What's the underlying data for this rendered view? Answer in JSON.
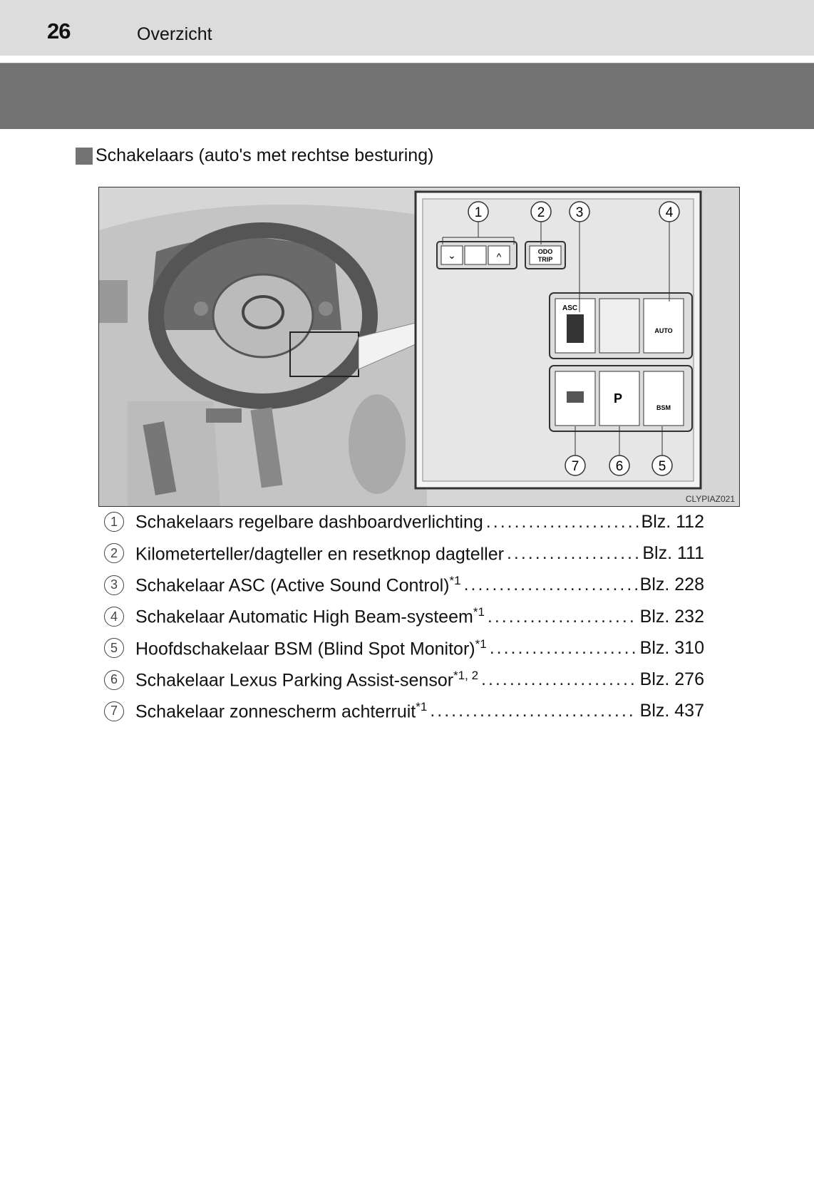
{
  "header": {
    "page_number": "26",
    "section": "Overzicht"
  },
  "heading": "Schakelaars (auto's met rechtse besturing)",
  "figure": {
    "code": "CLYPIAZ021",
    "callouts": [
      "1",
      "2",
      "3",
      "4",
      "5",
      "6",
      "7"
    ],
    "buttons": {
      "odo": "ODO",
      "trip": "TRIP",
      "asc": "ASC",
      "auto": "AUTO",
      "bsm": "BSM",
      "parking": "P"
    }
  },
  "items": [
    {
      "num": "1",
      "label": "Schakelaars regelbare dashboardverlichting",
      "sup": "",
      "page": "Blz. 112"
    },
    {
      "num": "2",
      "label": "Kilometerteller/dagteller en resetknop dagteller",
      "sup": "",
      "page": "Blz. 111"
    },
    {
      "num": "3",
      "label": "Schakelaar ASC (Active Sound Control)",
      "sup": "*1",
      "page": "Blz. 228"
    },
    {
      "num": "4",
      "label": "Schakelaar Automatic High Beam-systeem",
      "sup": "*1",
      "page": "Blz. 232"
    },
    {
      "num": "5",
      "label": "Hoofdschakelaar BSM (Blind Spot Monitor)",
      "sup": "*1",
      "page": "Blz. 310"
    },
    {
      "num": "6",
      "label": "Schakelaar Lexus Parking Assist-sensor",
      "sup": "*1, 2",
      "page": "Blz. 276"
    },
    {
      "num": "7",
      "label": "Schakelaar zonnescherm achterruit",
      "sup": "*1",
      "page": "Blz. 437"
    }
  ]
}
